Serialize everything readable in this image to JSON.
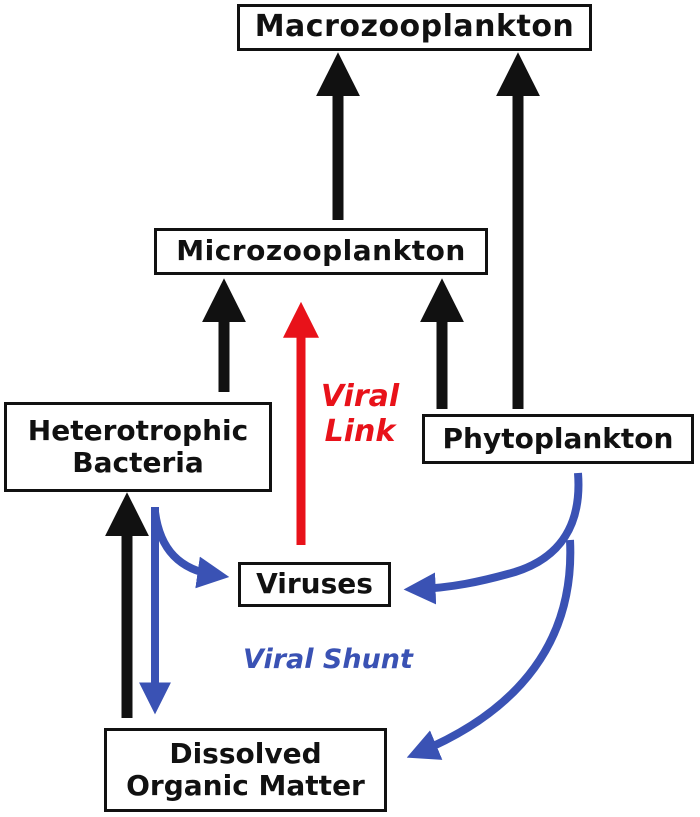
{
  "colors": {
    "node_border": "#111111",
    "arrow_black": "#111111",
    "viral_link": "#e8121a",
    "viral_shunt": "#3a52b4"
  },
  "nodes": {
    "macrozooplankton": "Macrozooplankton",
    "microzooplankton": "Microzooplankton",
    "heterotrophic_bacteria": [
      "Heterotrophic",
      "Bacteria"
    ],
    "phytoplankton": "Phytoplankton",
    "viruses": "Viruses",
    "dissolved_organic_matter": [
      "Dissolved",
      "Organic Matter"
    ]
  },
  "labels": {
    "viral_link": [
      "Viral",
      "Link"
    ],
    "viral_shunt": "Viral Shunt"
  },
  "edges": [
    {
      "from": "Microzooplankton",
      "to": "Macrozooplankton",
      "color": "black"
    },
    {
      "from": "Phytoplankton",
      "to": "Macrozooplankton",
      "color": "black"
    },
    {
      "from": "Heterotrophic Bacteria",
      "to": "Microzooplankton",
      "color": "black"
    },
    {
      "from": "Phytoplankton",
      "to": "Microzooplankton",
      "color": "black"
    },
    {
      "from": "Viruses",
      "to": "Microzooplankton",
      "color": "red",
      "label": "Viral Link"
    },
    {
      "from": "Dissolved Organic Matter",
      "to": "Heterotrophic Bacteria",
      "color": "black"
    },
    {
      "from": "Heterotrophic Bacteria",
      "to": "Viruses",
      "color": "blue"
    },
    {
      "from": "Heterotrophic Bacteria",
      "to": "Dissolved Organic Matter",
      "color": "blue",
      "label": "Viral Shunt"
    },
    {
      "from": "Phytoplankton",
      "to": "Viruses",
      "color": "blue"
    },
    {
      "from": "Phytoplankton",
      "to": "Dissolved Organic Matter",
      "color": "blue"
    }
  ]
}
